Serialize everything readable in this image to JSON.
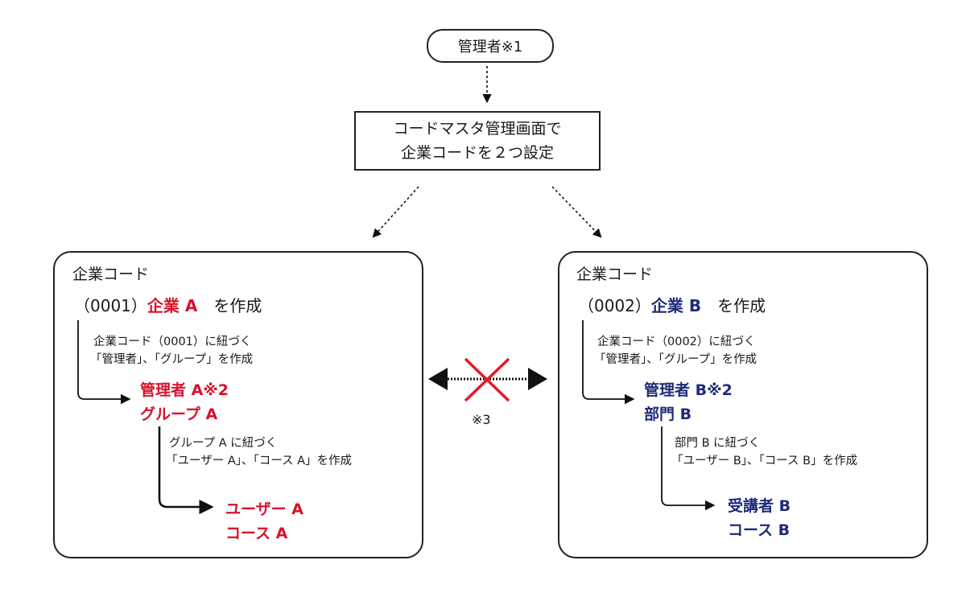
{
  "top": {
    "admin_label": "管理者※1"
  },
  "setup": {
    "line1": "コードマスタ管理画面で",
    "line2": "企業コードを２つ設定"
  },
  "separation": {
    "note": "※3"
  },
  "panels": {
    "a": {
      "label": "企業コード",
      "code": "（0001）",
      "company": "企業 A",
      "suffix": "　を作成",
      "note_line1": "企業コード（0001）に紐づく",
      "note_line2": "「管理者」、「グループ」を作成",
      "admin": "管理者 A※2",
      "group": "グループ A",
      "sub_note_line1": "グループ A に紐づく",
      "sub_note_line2": "「ユーザー A」、「コース A」を作成",
      "user": "ユーザー A",
      "course": "コース A"
    },
    "b": {
      "label": "企業コード",
      "code": "（0002）",
      "company": "企業 B",
      "suffix": "　を作成",
      "note_line1": "企業コード（0002）に紐づく",
      "note_line2": "「管理者」、「グループ」を作成",
      "admin": "管理者 B※2",
      "group": "部門 B",
      "sub_note_line1": "部門 B に紐づく",
      "sub_note_line2": "「ユーザー B」、「コース B」を作成",
      "user": "受講者 B",
      "course": "コース B"
    }
  },
  "colors": {
    "company_a": "#d8112b",
    "company_b": "#1f2a78",
    "cross": "#e8172c",
    "stroke": "#111111"
  }
}
